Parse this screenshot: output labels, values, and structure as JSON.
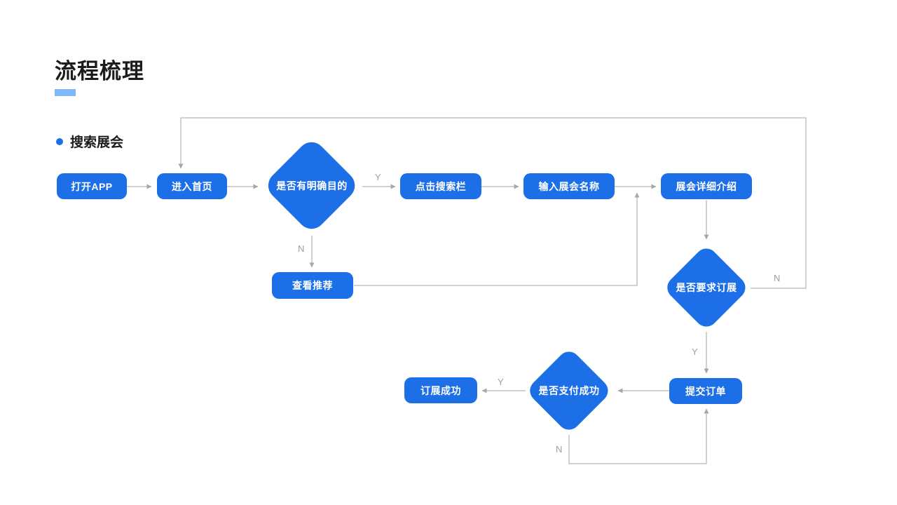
{
  "header": {
    "title": "流程梳理"
  },
  "section": {
    "title": "搜索展会"
  },
  "colors": {
    "node_fill": "#1d6fe8",
    "accent_bar": "#7db9fa",
    "connector_line": "#b8b8b8",
    "edge_label_text": "#9aa0a6",
    "title_text": "#1c1c1c",
    "node_text": "#ffffff"
  },
  "nodes": {
    "open_app": {
      "label": "打开APP",
      "type": "process"
    },
    "enter_home": {
      "label": "进入首页",
      "type": "process"
    },
    "has_clear_goal": {
      "label": "是否有明确目的",
      "type": "decision"
    },
    "click_search_bar": {
      "label": "点击搜索栏",
      "type": "process"
    },
    "enter_expo_name": {
      "label": "输入展会名称",
      "type": "process"
    },
    "expo_detail": {
      "label": "展会详细介绍",
      "type": "process"
    },
    "view_recommend": {
      "label": "查看推荐",
      "type": "process"
    },
    "need_booking": {
      "label": "是否要求订展",
      "type": "decision"
    },
    "submit_order": {
      "label": "提交订单",
      "type": "process"
    },
    "pay_success": {
      "label": "是否支付成功",
      "type": "decision"
    },
    "booking_success": {
      "label": "订展成功",
      "type": "process"
    }
  },
  "edges": [
    {
      "from": "open_app",
      "to": "enter_home",
      "label": ""
    },
    {
      "from": "enter_home",
      "to": "has_clear_goal",
      "label": ""
    },
    {
      "from": "has_clear_goal",
      "to": "click_search_bar",
      "label": "Y"
    },
    {
      "from": "click_search_bar",
      "to": "enter_expo_name",
      "label": ""
    },
    {
      "from": "enter_expo_name",
      "to": "expo_detail",
      "label": ""
    },
    {
      "from": "has_clear_goal",
      "to": "view_recommend",
      "label": "N"
    },
    {
      "from": "view_recommend",
      "to": "enter_expo_name_expo_detail_connector",
      "label": ""
    },
    {
      "from": "expo_detail",
      "to": "need_booking",
      "label": ""
    },
    {
      "from": "need_booking",
      "to": "enter_home",
      "label": "N"
    },
    {
      "from": "need_booking",
      "to": "submit_order",
      "label": "Y"
    },
    {
      "from": "submit_order",
      "to": "pay_success",
      "label": ""
    },
    {
      "from": "pay_success",
      "to": "booking_success",
      "label": "Y"
    },
    {
      "from": "pay_success",
      "to": "submit_order",
      "label": "N"
    }
  ]
}
